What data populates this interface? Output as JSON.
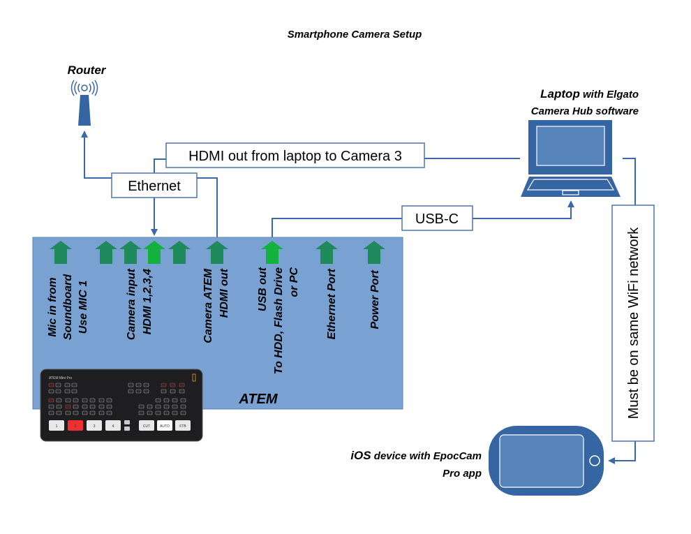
{
  "title": "Smartphone Camera Setup",
  "colors": {
    "wire": "#3a68a8",
    "device_blue": "#3566a3",
    "screen_blue": "#5683ba",
    "atem_panel": "#79a2d2",
    "port_arrow": "#1f8a5c",
    "port_arrow_active": "#13b13d"
  },
  "router": {
    "label": "Router",
    "icon": "router-antenna-icon"
  },
  "laptop": {
    "label_bold": "Laptop",
    "label_rest": " with Elgato",
    "label_line2": "Camera Hub software",
    "icon": "laptop-icon"
  },
  "ios": {
    "label_bold": "iOS",
    "label_rest": " device with EpocCam",
    "label_line2": "Pro app",
    "icon": "tablet-icon"
  },
  "connections": {
    "ethernet": "Ethernet",
    "hdmi": "HDMI out from laptop to Camera 3",
    "usbc": "USB-C",
    "wifi": "Must be on same WiFi network"
  },
  "atem": {
    "label": "ATEM",
    "device_name": "ATEM Mini Pro",
    "device_buttons": [
      "1",
      "2",
      "3",
      "4",
      "CUT",
      "AUTO",
      "FTB"
    ],
    "ports": [
      {
        "lines": [
          "Mic in from",
          "Soundboard",
          "Use MIC 1"
        ]
      },
      {
        "lines": [
          "Camera input",
          "HDMI 1,2,3,4"
        ]
      },
      {
        "lines": [
          "Camera ATEM",
          "HDMI out"
        ]
      },
      {
        "lines": [
          "USB out",
          "To HDD, Flash Drive",
          "or PC"
        ]
      },
      {
        "lines": [
          "Ethernet Port"
        ]
      },
      {
        "lines": [
          "Power Port"
        ]
      }
    ]
  }
}
